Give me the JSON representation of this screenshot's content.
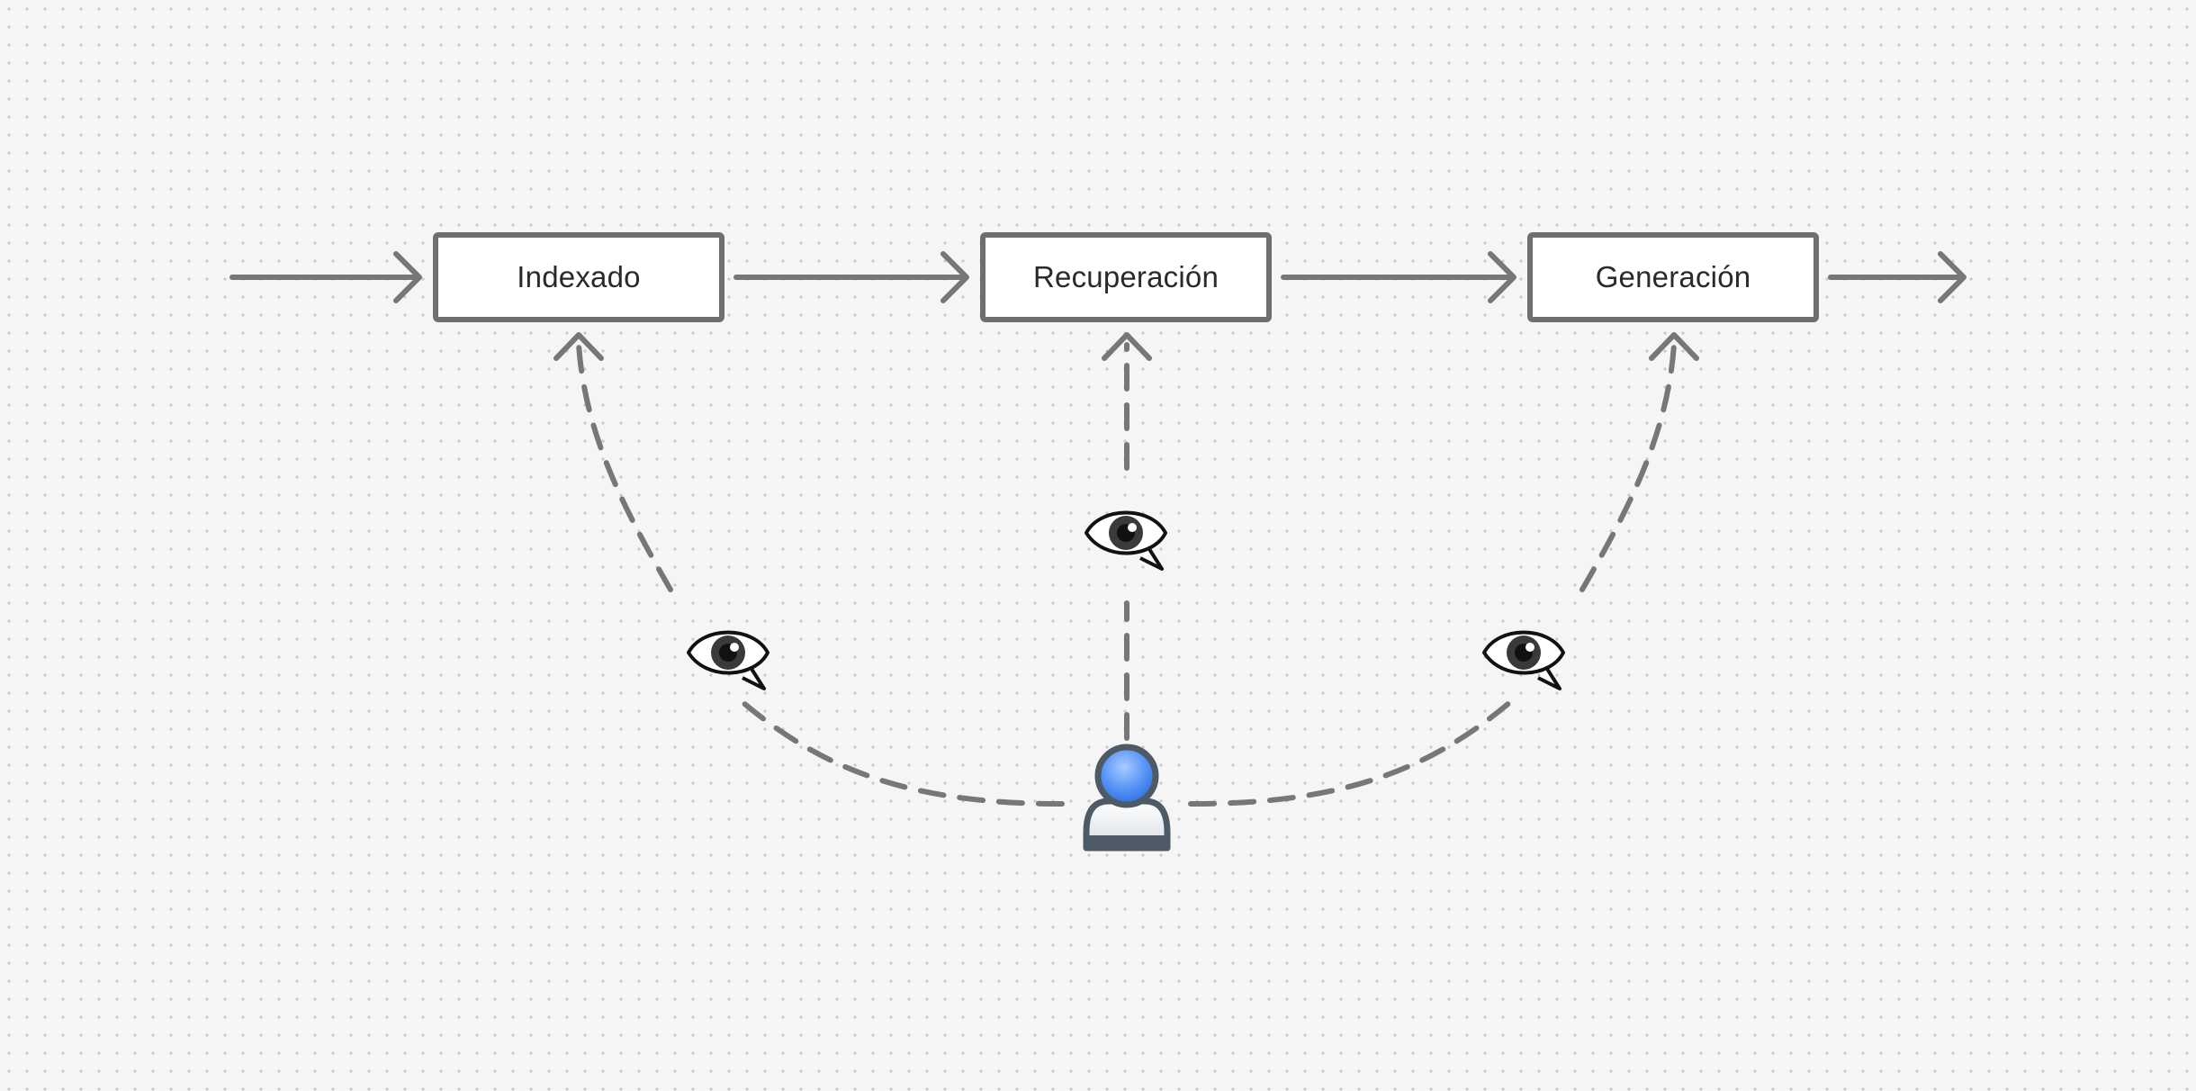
{
  "diagram": {
    "stages": [
      {
        "label": "Indexado"
      },
      {
        "label": "Recuperación"
      },
      {
        "label": "Generación"
      }
    ],
    "icons": {
      "observer": "person-icon",
      "observation": "eye-speech-icon"
    },
    "colors": {
      "line": "#777777",
      "box_border": "#6f6f6f",
      "box_fill": "#ffffff",
      "text": "#2a2a2a",
      "person_head": "#4f8ef5",
      "person_outline": "#4e5a66",
      "background": "#f5f5f5"
    }
  }
}
